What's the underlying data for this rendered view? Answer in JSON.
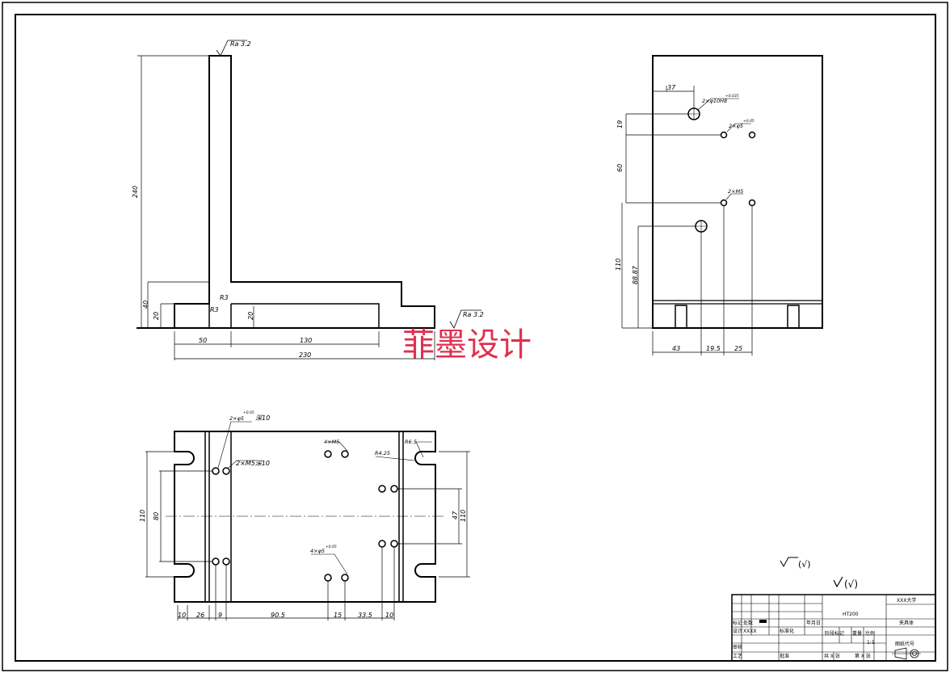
{
  "watermark": "菲墨设计",
  "finish_symbol_text": "(√)",
  "side_view": {
    "roughness_top": "Ra 3.2",
    "roughness_right": "Ra 3.2",
    "dims": {
      "height_240": "240",
      "height_40": "40",
      "height_20_left": "20",
      "height_20_mid": "20",
      "radius_r3_a": "R3",
      "radius_r3_b": "R3",
      "width_50": "50",
      "width_130": "130",
      "width_230": "230"
    }
  },
  "front_view": {
    "dims": {
      "top_37": "37",
      "hole_spec_1": "2×φ10H8",
      "hole_tol_1": "+0.035",
      "hole_spec_2": "2×φ5",
      "hole_tol_2": "+0.05",
      "thread_spec": "2×M5",
      "v_19": "19",
      "v_60": "60",
      "v_110": "110",
      "v_8887": "88.87",
      "b_43": "43",
      "b_195": "19.5",
      "b_25": "25"
    }
  },
  "top_view": {
    "dims": {
      "pin_hole_spec": "2×φ5",
      "pin_hole_tol": "+0.05",
      "pin_hole_depth": "深10",
      "thread_spec_depth": "2×M5深10",
      "thread_4": "4×M5",
      "radius_425": "R4.25",
      "radius_65": "R6.5",
      "pin_hole_4": "4×φ5",
      "pin_hole_4_tol": "+0.05",
      "v_110_left": "110",
      "v_80": "80",
      "v_110_right": "110",
      "v_47": "47",
      "b_10a": "10",
      "b_26": "26",
      "b_9": "9",
      "b_905": "90.5",
      "b_15": "15",
      "b_335": "33.5",
      "b_10b": "10"
    }
  },
  "title_block": {
    "material": "HT200",
    "school": "XXX大学",
    "part_name": "夹具体",
    "drawing_no": "图纸代号",
    "scale_label": "比例",
    "scale_value": "1:1",
    "weight_label": "重量",
    "stage_label": "阶段标记",
    "design_label": "设计",
    "designer": "XXXX",
    "standard_label": "标准化",
    "review_label": "审核",
    "process_label": "工艺",
    "approve_label": "批准",
    "mark_label": "标记",
    "count_label": "处数",
    "date_label": "年月日",
    "sheet_label": "共 X 张",
    "page_label": "第 X 张"
  }
}
